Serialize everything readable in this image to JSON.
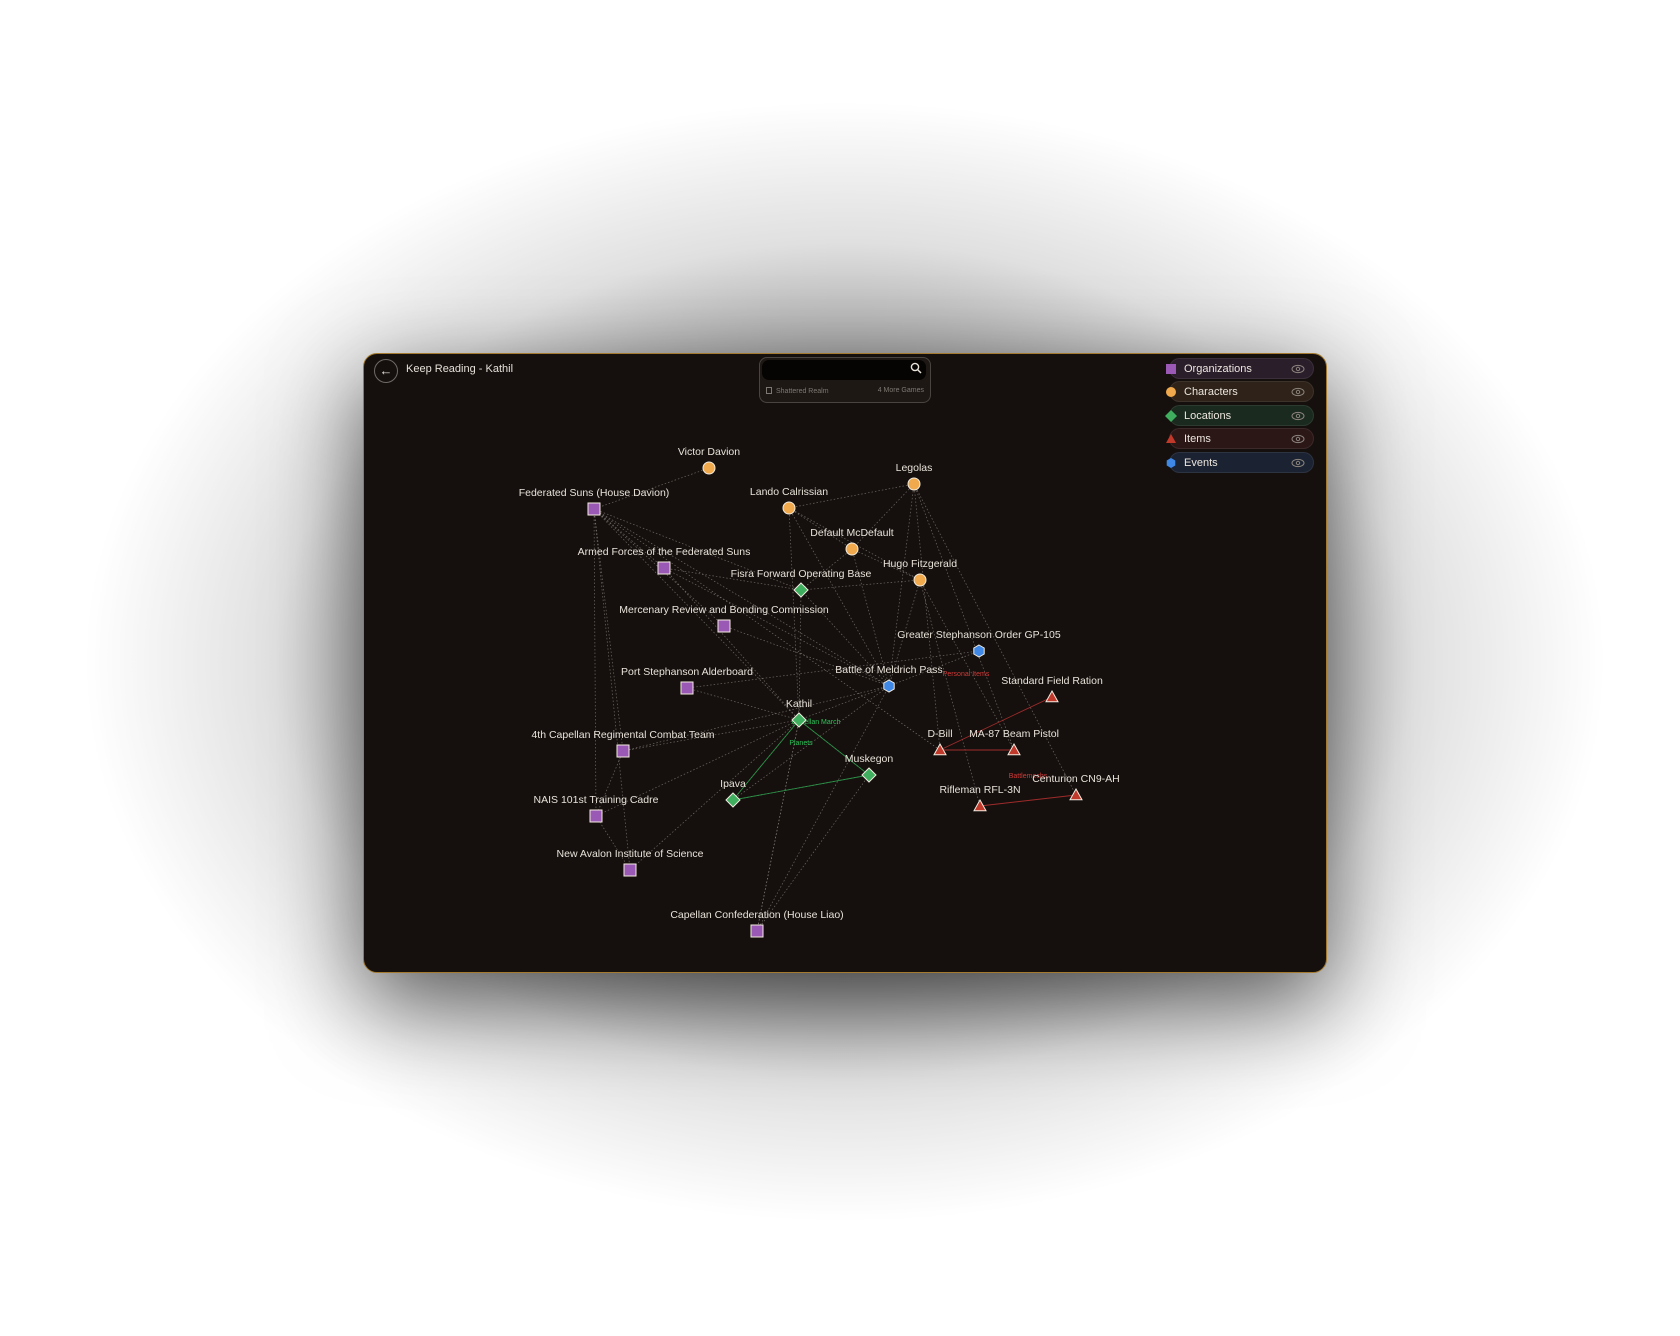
{
  "header": {
    "back_icon": "arrow-left-icon",
    "title": "Keep Reading - Kathil"
  },
  "search": {
    "placeholder": "",
    "value": "",
    "icon": "search-icon",
    "game_name": "Shattered Realm",
    "more_games": "4 More Games"
  },
  "legend": [
    {
      "key": "organizations",
      "label": "Organizations",
      "color": "#9b59b6",
      "shape": "square",
      "visible": true,
      "bg": "#2a1e2b"
    },
    {
      "key": "characters",
      "label": "Characters",
      "color": "#f0a94c",
      "shape": "circle",
      "visible": true,
      "bg": "#2e2219"
    },
    {
      "key": "locations",
      "label": "Locations",
      "color": "#3fae5f",
      "shape": "diamond",
      "visible": true,
      "bg": "#1b2a1f"
    },
    {
      "key": "items",
      "label": "Items",
      "color": "#c0392b",
      "shape": "triangle",
      "visible": true,
      "bg": "#2c1717"
    },
    {
      "key": "events",
      "label": "Events",
      "color": "#3f88e6",
      "shape": "hexagon",
      "visible": true,
      "bg": "#1b2231"
    }
  ],
  "graph": {
    "nodes": [
      {
        "id": "victor",
        "label": "Victor Davion",
        "type": "characters"
      },
      {
        "id": "fedsuns",
        "label": "Federated Suns (House Davion)",
        "type": "organizations"
      },
      {
        "id": "lando",
        "label": "Lando Calrissian",
        "type": "characters"
      },
      {
        "id": "legolas",
        "label": "Legolas",
        "type": "characters"
      },
      {
        "id": "mcdefault",
        "label": "Default McDefault",
        "type": "characters"
      },
      {
        "id": "afs",
        "label": "Armed Forces of the Federated Suns",
        "type": "organizations"
      },
      {
        "id": "hugo",
        "label": "Hugo Fitzgerald",
        "type": "characters"
      },
      {
        "id": "fisra",
        "label": "Fisra Forward Operating Base",
        "type": "locations"
      },
      {
        "id": "mrbc",
        "label": "Mercenary Review and Bonding Commission",
        "type": "organizations"
      },
      {
        "id": "gso",
        "label": "Greater Stephanson Order GP-105",
        "type": "events"
      },
      {
        "id": "psa",
        "label": "Port Stephanson Alderboard",
        "type": "organizations"
      },
      {
        "id": "bmp",
        "label": "Battle of Meldrich Pass",
        "type": "events"
      },
      {
        "id": "sfr",
        "label": "Standard Field Ration",
        "type": "items"
      },
      {
        "id": "kathil",
        "label": "Kathil",
        "type": "locations"
      },
      {
        "id": "fourth",
        "label": "4th Capellan Regimental Combat Team",
        "type": "organizations"
      },
      {
        "id": "dbill",
        "label": "D-Bill",
        "type": "items"
      },
      {
        "id": "ma87",
        "label": "MA-87 Beam Pistol",
        "type": "items"
      },
      {
        "id": "muskegon",
        "label": "Muskegon",
        "type": "locations"
      },
      {
        "id": "ipava",
        "label": "Ipava",
        "type": "locations"
      },
      {
        "id": "centurion",
        "label": "Centurion CN9-AH",
        "type": "items"
      },
      {
        "id": "rifleman",
        "label": "Rifleman RFL-3N",
        "type": "items"
      },
      {
        "id": "nais101",
        "label": "NAIS 101st Training Cadre",
        "type": "organizations"
      },
      {
        "id": "nais",
        "label": "New Avalon Institute of Science",
        "type": "organizations"
      },
      {
        "id": "liao",
        "label": "Capellan Confederation (House Liao)",
        "type": "organizations"
      }
    ],
    "edge_labels": [
      {
        "text": "Personal Items",
        "color": "#d23a3a"
      },
      {
        "text": "Capellan March",
        "color": "#2fc45a"
      },
      {
        "text": "Planets",
        "color": "#2fc45a"
      },
      {
        "text": "Battlemechs",
        "color": "#d23a3a"
      }
    ]
  }
}
